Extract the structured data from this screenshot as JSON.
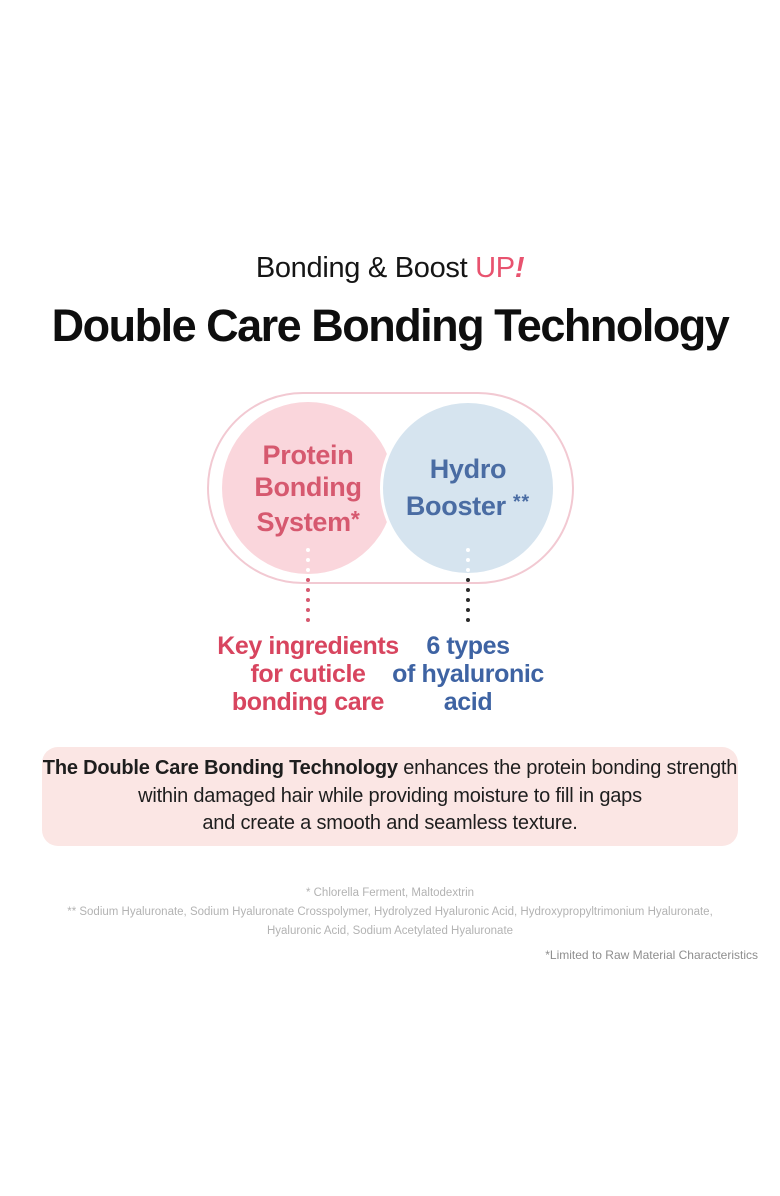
{
  "page": {
    "subtitle": {
      "prefix": "Bonding & Boost ",
      "accent_up": "UP",
      "accent_bang": "!"
    },
    "title": "Double Care Bonding Technology"
  },
  "venn": {
    "left_circle": {
      "line1": "Protein",
      "line2": "Bonding",
      "line3": "System",
      "asterisk": "*"
    },
    "right_circle": {
      "line1": "Hydro",
      "line2": "Booster",
      "asterisk": "**"
    },
    "left_caption": {
      "line1": "Key ingredients",
      "line2": "for cuticle",
      "line3": "bonding care"
    },
    "right_caption": {
      "line1": "6 types",
      "line2": "of hyaluronic",
      "line3": "acid"
    }
  },
  "description_box": {
    "line1_bold": "The Double Care Bonding Technology",
    "line1_rest": " enhances the protein bonding strength",
    "line2": "within damaged hair while providing moisture to fill in gaps",
    "line3": "and create a smooth and seamless texture."
  },
  "footnotes": {
    "line1": "* Chlorella Ferment, Maltodextrin",
    "line2": "** Sodium Hyaluronate, Sodium Hyaluronate Crosspolymer, Hydrolyzed Hyaluronic Acid, Hydroxypropyltrimonium Hyaluronate,",
    "line3": "Hyaluronic Acid, Sodium Acetylated Hyaluronate",
    "side_note": "*Limited to Raw Material Characteristics"
  },
  "colors": {
    "accent_pink": "#e8536f",
    "circle_pink_fill": "#fad6dc",
    "circle_pink_text": "#d6596f",
    "circle_blue_fill": "#d6e4ef",
    "circle_blue_text": "#4a6ca3",
    "caption_pink": "#d8455f",
    "caption_blue": "#3e63a3",
    "pill_border": "#f2c9d2",
    "description_box_bg": "#fbe6e4",
    "footnote_gray": "#b3b3b3"
  }
}
